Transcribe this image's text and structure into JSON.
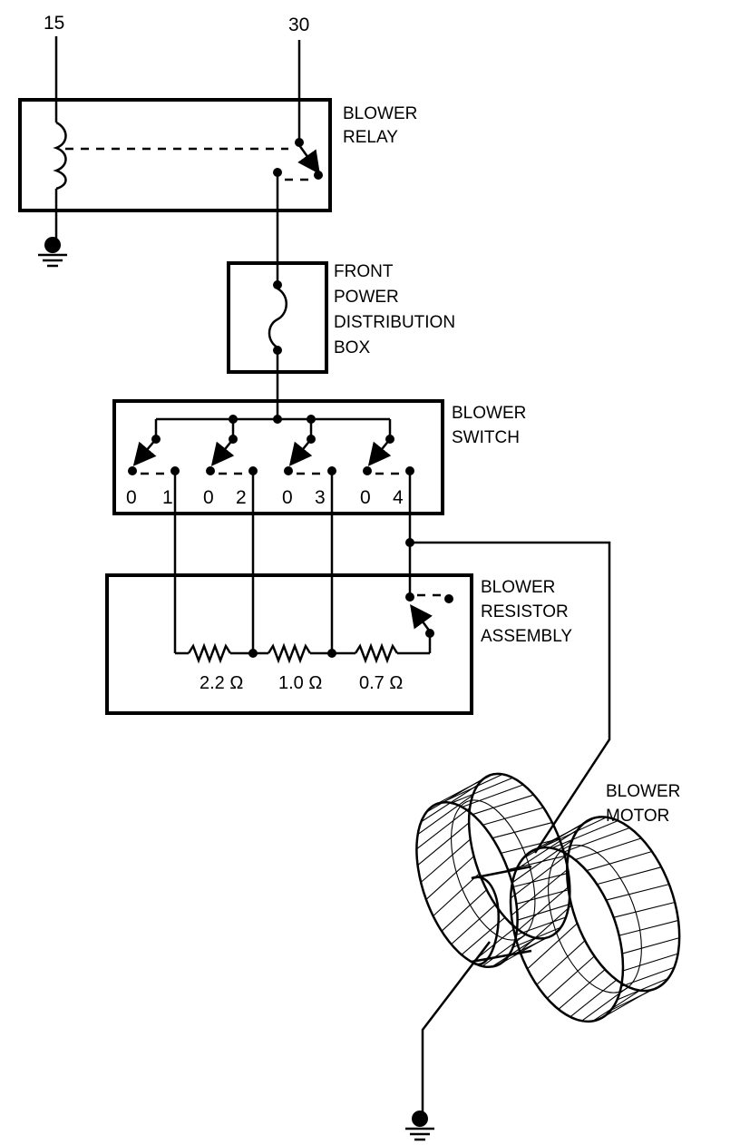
{
  "terminals": {
    "t15": "15",
    "t30": "30"
  },
  "labels": {
    "relay": [
      "BLOWER",
      "RELAY"
    ],
    "pdb": [
      "FRONT",
      "POWER",
      "DISTRIBUTION",
      "BOX"
    ],
    "switch": [
      "BLOWER",
      "SWITCH"
    ],
    "resistor": [
      "BLOWER",
      "RESISTOR",
      "ASSEMBLY"
    ],
    "motor": [
      "BLOWER",
      "MOTOR"
    ]
  },
  "switch_positions": [
    "0",
    "1",
    "0",
    "2",
    "0",
    "3",
    "0",
    "4"
  ],
  "resistors": [
    "2.2 Ω",
    "1.0 Ω",
    "0.7 Ω"
  ],
  "colors": {
    "line": "#000000",
    "background": "#ffffff"
  }
}
